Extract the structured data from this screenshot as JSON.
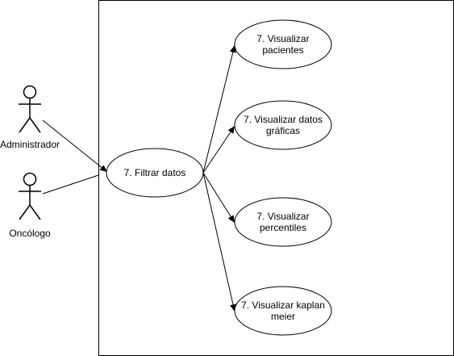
{
  "diagram": {
    "type": "use-case",
    "actors": [
      {
        "id": "admin",
        "label": "Administrador"
      },
      {
        "id": "onco",
        "label": "Oncólogo"
      }
    ],
    "use_cases": [
      {
        "id": "filtrar",
        "lines": [
          "7. Filtrar datos"
        ]
      },
      {
        "id": "pacientes",
        "lines": [
          "7. Visualizar",
          "pacientes"
        ]
      },
      {
        "id": "graficas",
        "lines": [
          "7. Visualizar datos",
          "gráficas"
        ]
      },
      {
        "id": "percentiles",
        "lines": [
          "7. Visualizar",
          "percentiles"
        ]
      },
      {
        "id": "kaplan",
        "lines": [
          "7. Visualizar kaplan",
          "meier"
        ]
      }
    ],
    "edges": [
      {
        "from": "admin",
        "to": "filtrar",
        "arrow": true
      },
      {
        "from": "onco",
        "to": "filtrar",
        "arrow": false
      },
      {
        "from": "filtrar",
        "to": "pacientes",
        "arrow": true
      },
      {
        "from": "filtrar",
        "to": "graficas",
        "arrow": true
      },
      {
        "from": "filtrar",
        "to": "percentiles",
        "arrow": true
      },
      {
        "from": "filtrar",
        "to": "kaplan",
        "arrow": true
      }
    ],
    "colors": {
      "stroke": "#000000",
      "fill": "#ffffff"
    }
  }
}
